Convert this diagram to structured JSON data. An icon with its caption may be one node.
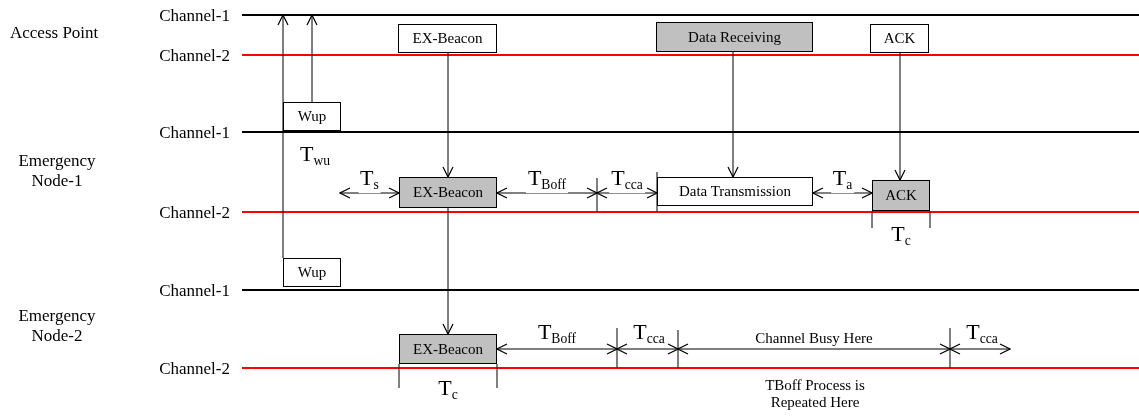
{
  "diagram": {
    "nodes": [
      {
        "text": [
          "EX-Beacon"
        ]
      },
      {
        "text": [
          "Data Receiving"
        ]
      },
      {
        "text": [
          "ACK"
        ]
      },
      {
        "text": [
          "Wup"
        ],
        "beside": [
          "T$_{wu}$"
        ]
      },
      {
        "text": [
          "EX-Beacon"
        ]
      },
      {
        "text": [
          "Data Transmission"
        ]
      },
      {
        "text": [
          "ACK"
        ],
        "beside": [
          "T$_{c}$"
        ]
      },
      {
        "text": [
          "Wup"
        ]
      },
      {
        "text": [
          "EX-Beacon"
        ],
        "beside": [
          "T$_{c}$"
        ]
      }
    ],
    "edges": [
      {
        "from": 3,
        "to": null,
        "arrow": "to"
      },
      {
        "from": 7,
        "to": null,
        "arrow": "to"
      },
      {
        "from": 0,
        "to": 4,
        "arrow": "to"
      },
      {
        "from": 4,
        "to": 8,
        "arrow": "to"
      },
      {
        "from": 1,
        "to": 5,
        "arrow": "to"
      },
      {
        "from": 2,
        "to": 6,
        "arrow": "to"
      },
      {
        "from": null,
        "to": 4,
        "arrow": "both",
        "label": "T$_{s}$"
      },
      {
        "from": 4,
        "to": null,
        "arrow": "both",
        "label": "T$_{Boff}$"
      },
      {
        "from": null,
        "to": 5,
        "arrow": "both",
        "label": "T$_{cca}$"
      },
      {
        "from": 5,
        "to": 6,
        "arrow": "both",
        "label": "T$_{a}$"
      }
    ],
    "labels": [
      "Access Point",
      "Channel-1",
      "Channel-2",
      "Emergency Node-1",
      "Channel-1",
      "Channel-2",
      "Emergency Node-2",
      "Channel-1",
      "Channel-2",
      "T$_{Boff}$",
      "T$_{cca}$",
      "Channel Busy Here",
      "T$_{cca}$",
      "TBoff Process is Repeated Here"
    ]
  }
}
